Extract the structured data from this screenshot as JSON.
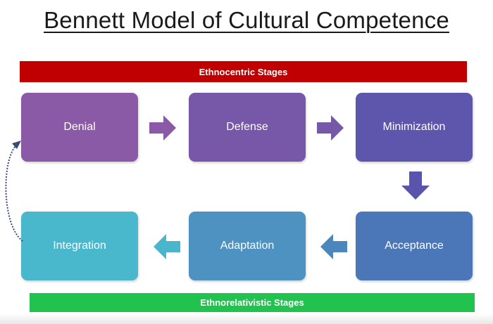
{
  "title": "Bennett Model of Cultural Competence",
  "ethnocentric_label": "Ethnocentric Stages",
  "ethnorelativistic_label": "Ethnorelativistic Stages",
  "stages": {
    "denial": "Denial",
    "defense": "Defense",
    "minimization": "Minimization",
    "acceptance": "Acceptance",
    "adaptation": "Adaptation",
    "integration": "Integration"
  },
  "colors": {
    "ethnocentric_banner": "#c00000",
    "ethnorelativistic_banner": "#22c24f",
    "denial": "#8a5aa6",
    "defense": "#7657a8",
    "minimization": "#5e55ad",
    "acceptance": "#4b76b8",
    "adaptation": "#4d92c0",
    "integration": "#49b8cc",
    "arrow_purple": "#8a5aa6",
    "arrow_indigo": "#5b54ac",
    "arrow_teal": "#49b6cb"
  }
}
